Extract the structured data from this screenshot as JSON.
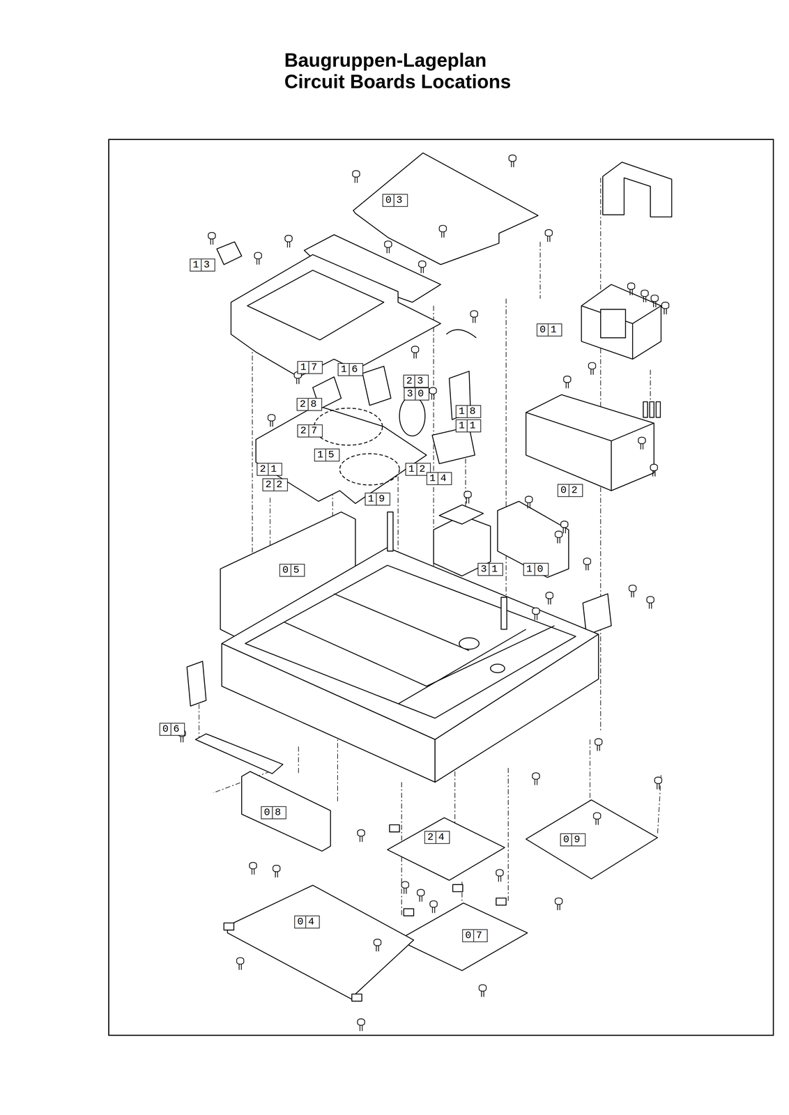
{
  "diagram": {
    "title": "Baugruppen-Lageplan Circuit Boards Locations",
    "labels": [
      "03",
      "13",
      "01",
      "17",
      "16",
      "23",
      "30",
      "28",
      "18",
      "27",
      "11",
      "15",
      "21",
      "22",
      "12",
      "14",
      "19",
      "02",
      "05",
      "31",
      "10",
      "06",
      "08",
      "09",
      "24",
      "04",
      "07"
    ]
  }
}
